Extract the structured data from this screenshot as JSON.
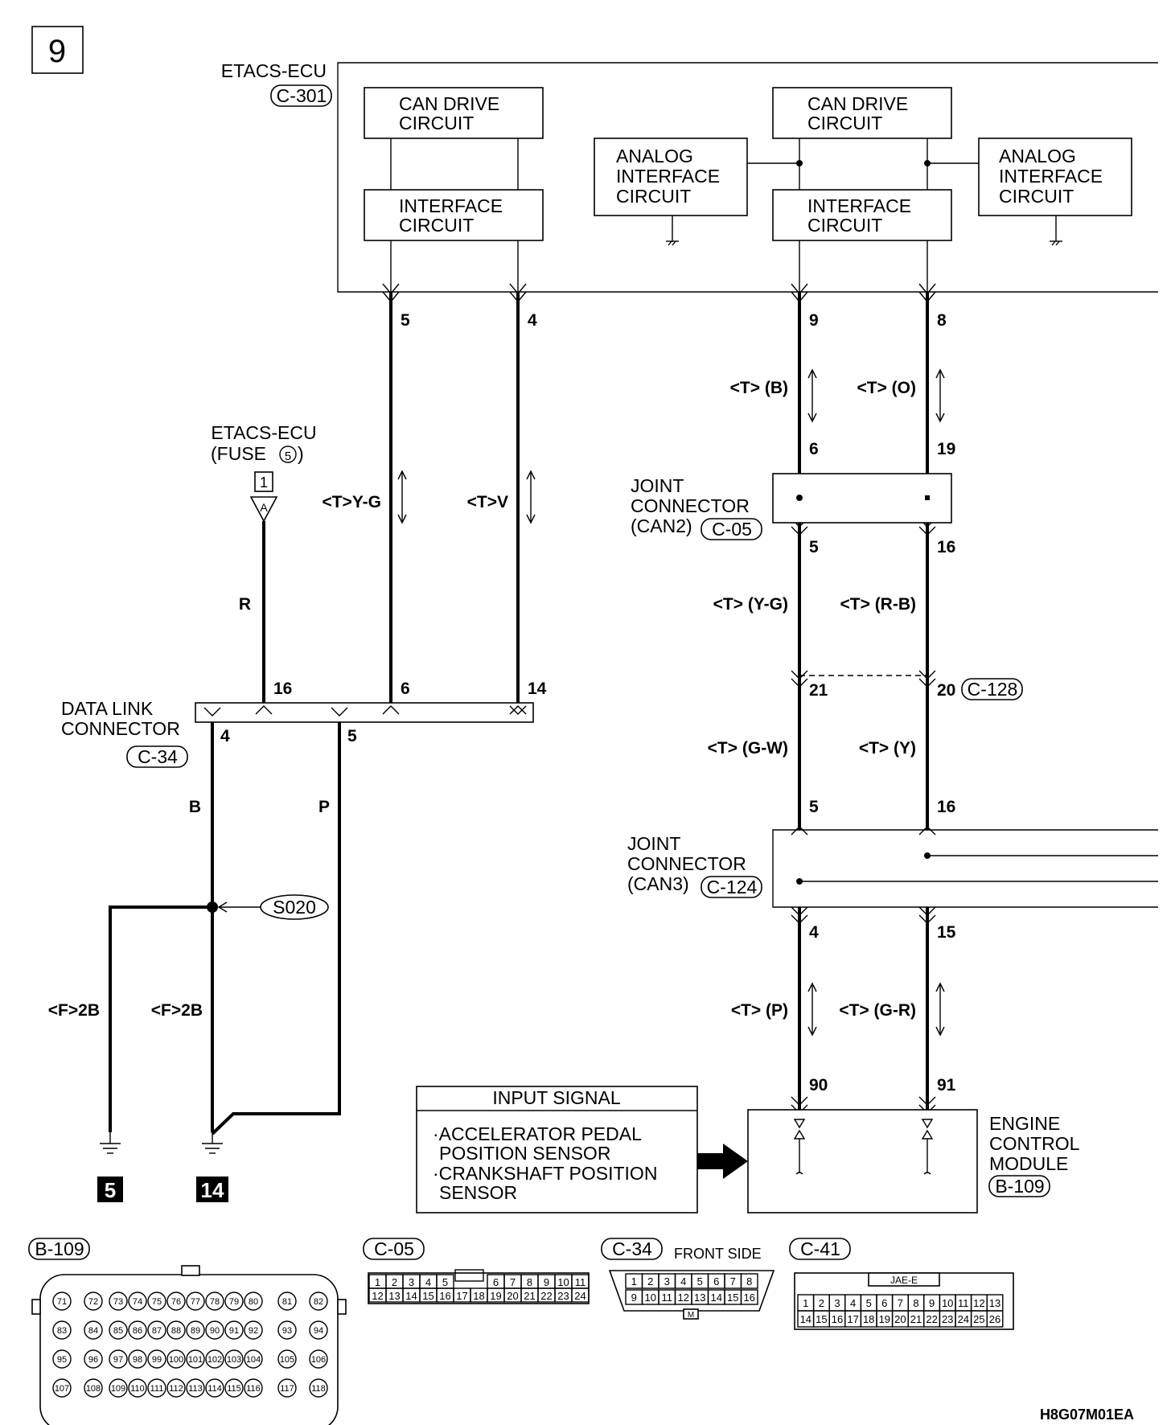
{
  "page_number": "9",
  "figure_code": "H8G07M01EA",
  "etacs_ecu": {
    "label": "ETACS-ECU",
    "connector": "C-301"
  },
  "circuits": {
    "can_drive_1": [
      "CAN DRIVE",
      "CIRCUIT"
    ],
    "interface_1": [
      "INTERFACE",
      "CIRCUIT"
    ],
    "analog_1": [
      "ANALOG",
      "INTERFACE",
      "CIRCUIT"
    ],
    "can_drive_2": [
      "CAN DRIVE",
      "CIRCUIT"
    ],
    "interface_2": [
      "INTERFACE",
      "CIRCUIT"
    ],
    "analog_2": [
      "ANALOG",
      "INTERFACE",
      "CIRCUIT"
    ]
  },
  "fuse": {
    "line1": "ETACS-ECU",
    "line2_pre": "(FUSE ",
    "line2_num": "5",
    "line2_post": ")",
    "box": "1",
    "pin": "A"
  },
  "wire_labels": {
    "yg_left": "<T>Y-G",
    "v_left": "<T>V",
    "r": "R",
    "b_upper": "<T> (B)",
    "o_upper": "<T> (O)",
    "yg_mid": "<T> (Y-G)",
    "rb_mid": "<T> (R-B)",
    "gw": "<T> (G-W)",
    "y": "<T> (Y)",
    "p_low": "<T> (P)",
    "gr_low": "<T> (G-R)",
    "b_dlc": "B",
    "p_dlc": "P",
    "f2b_left": "<F>2B",
    "f2b_right": "<F>2B"
  },
  "pins": {
    "ecu_5": "5",
    "ecu_4": "4",
    "ecu_9": "9",
    "ecu_8": "8",
    "jc2_6": "6",
    "jc2_19": "19",
    "jc2_5": "5",
    "jc2_16": "16",
    "c128_21": "21",
    "c128_20": "20",
    "jc3_5": "5",
    "jc3_16": "16",
    "jc3_4": "4",
    "jc3_15": "15",
    "ecm_90": "90",
    "ecm_91": "91",
    "dlc_16": "16",
    "dlc_6": "6",
    "dlc_14": "14",
    "dlc_4": "4",
    "dlc_5": "5"
  },
  "joint_connector_can2": {
    "line1": "JOINT",
    "line2": "CONNECTOR",
    "line3": "(CAN2)",
    "connector": "C-05"
  },
  "joint_connector_can3": {
    "line1": "JOINT",
    "line2": "CONNECTOR",
    "line3": "(CAN3)",
    "connector": "C-124"
  },
  "c128_label": "C-128",
  "data_link_connector": {
    "line1": "DATA LINK",
    "line2": "CONNECTOR",
    "connector": "C-34"
  },
  "splice": "S020",
  "grounds": [
    "5",
    "14"
  ],
  "input_signal": {
    "title": "INPUT SIGNAL",
    "items": [
      "·ACCELERATOR PEDAL",
      "POSITION SENSOR",
      "·CRANKSHAFT POSITION",
      "SENSOR"
    ]
  },
  "ecm": {
    "line1": "ENGINE",
    "line2": "CONTROL",
    "line3": "MODULE",
    "connector": "B-109"
  },
  "connector_views": {
    "b109": {
      "label": "B-109",
      "rows": [
        [
          "71",
          "72",
          "73",
          "74",
          "75",
          "76",
          "77",
          "78",
          "79",
          "80",
          "81",
          "82"
        ],
        [
          "83",
          "84",
          "85",
          "86",
          "87",
          "88",
          "89",
          "90",
          "91",
          "92",
          "93",
          "94"
        ],
        [
          "95",
          "96",
          "97",
          "98",
          "99",
          "100",
          "101",
          "102",
          "103",
          "104",
          "105",
          "106"
        ],
        [
          "107",
          "108",
          "109",
          "110",
          "111",
          "112",
          "113",
          "114",
          "115",
          "116",
          "117",
          "118"
        ]
      ]
    },
    "c05": {
      "label": "C-05",
      "top": [
        "1",
        "2",
        "3",
        "4",
        "5",
        "",
        "6",
        "7",
        "8",
        "9",
        "10",
        "11"
      ],
      "bottom": [
        "12",
        "13",
        "14",
        "15",
        "16",
        "17",
        "18",
        "19",
        "20",
        "21",
        "22",
        "23",
        "24"
      ]
    },
    "c34": {
      "label": "C-34",
      "side": "FRONT SIDE",
      "top": [
        "1",
        "2",
        "3",
        "4",
        "5",
        "6",
        "7",
        "8"
      ],
      "bottom": [
        "9",
        "10",
        "11",
        "12",
        "13",
        "14",
        "15",
        "16"
      ],
      "key": "M"
    },
    "c41": {
      "label": "C-41",
      "tag": "JAE-E",
      "top": [
        "1",
        "2",
        "3",
        "4",
        "5",
        "6",
        "7",
        "8",
        "9",
        "10",
        "11",
        "12",
        "13"
      ],
      "bottom": [
        "14",
        "15",
        "16",
        "17",
        "18",
        "19",
        "20",
        "21",
        "22",
        "23",
        "24",
        "25",
        "26"
      ]
    }
  }
}
